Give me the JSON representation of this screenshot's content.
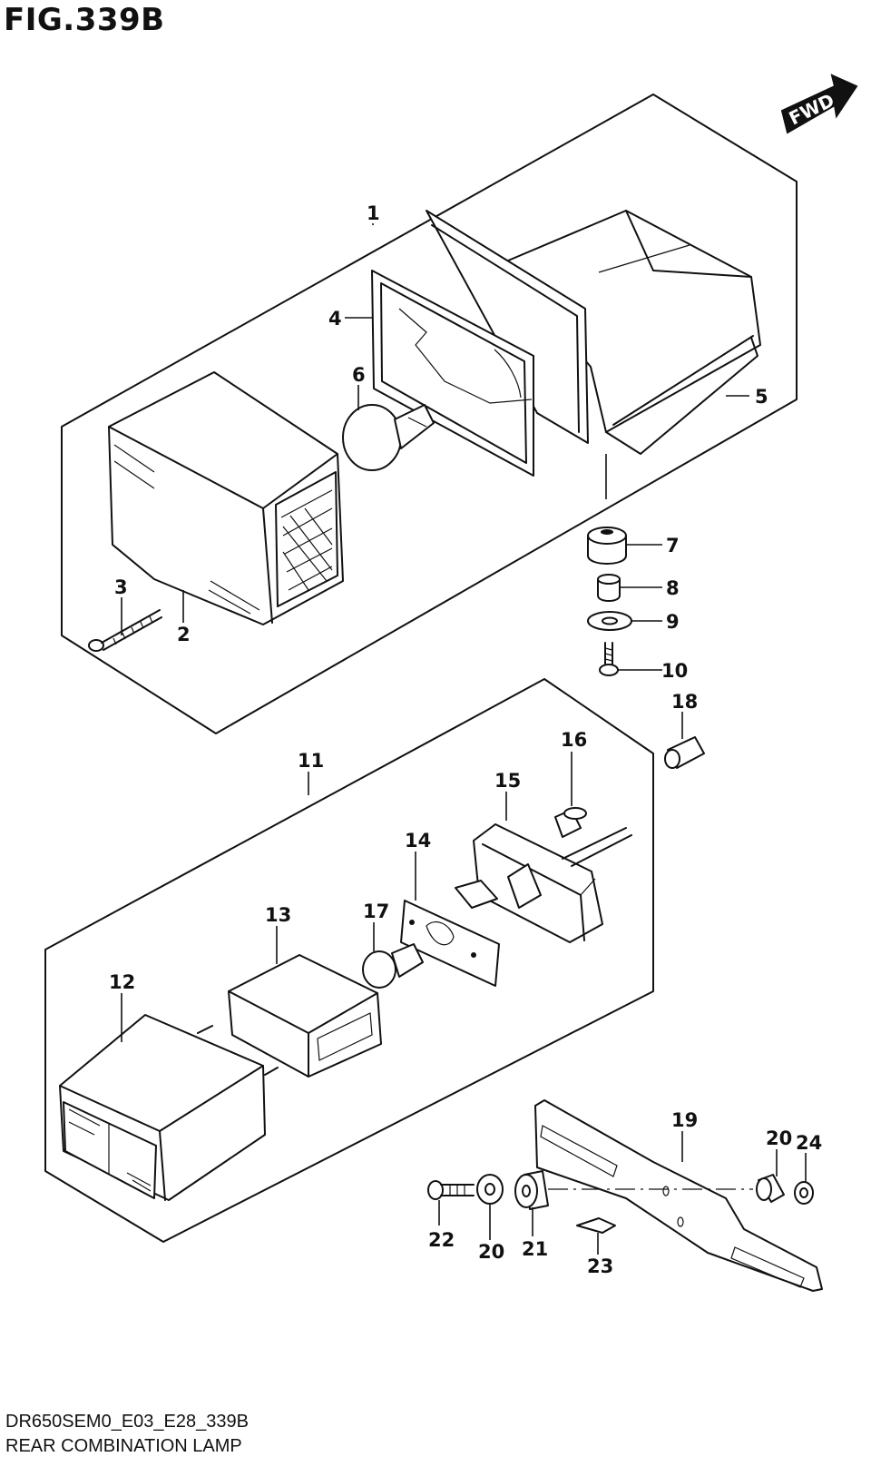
{
  "figure": {
    "title": "FIG.339B",
    "fwd_label": "FWD"
  },
  "callouts": {
    "c1": "1",
    "c2": "2",
    "c3": "3",
    "c4": "4",
    "c5": "5",
    "c6": "6",
    "c7": "7",
    "c8": "8",
    "c9": "9",
    "c10": "10",
    "c11": "11",
    "c12": "12",
    "c13": "13",
    "c14": "14",
    "c15": "15",
    "c16": "16",
    "c17": "17",
    "c18": "18",
    "c19": "19",
    "c20a": "20",
    "c20b": "20",
    "c21": "21",
    "c22": "22",
    "c23": "23",
    "c24": "24"
  },
  "footer": {
    "code": "DR650SEM0_E03_E28_339B",
    "name": "REAR COMBINATION LAMP"
  }
}
